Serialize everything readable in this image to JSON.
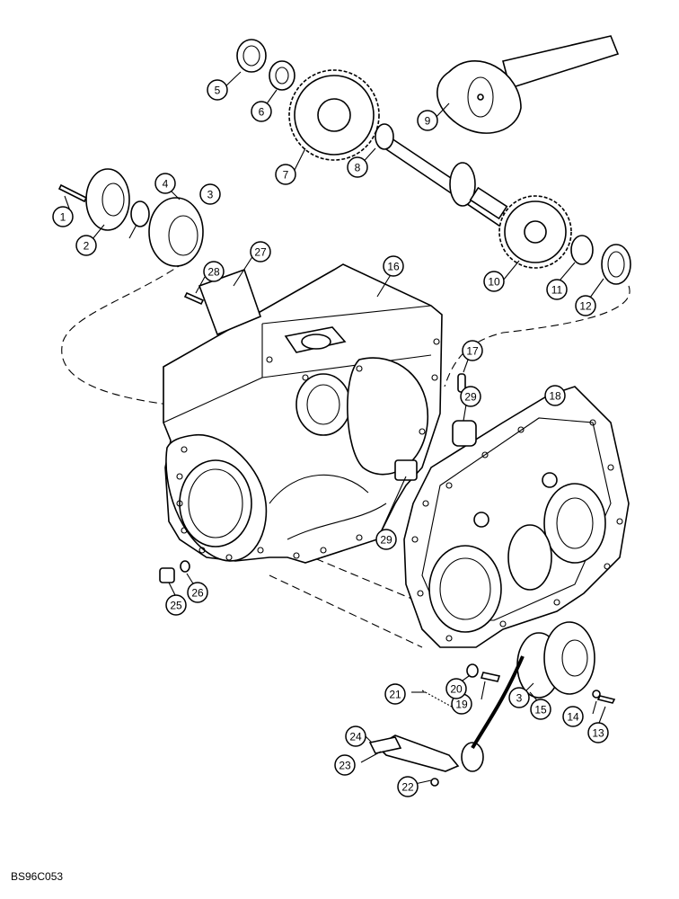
{
  "diagram": {
    "reference_code": "BS96C053",
    "callouts": [
      "1",
      "2",
      "3",
      "4",
      "5",
      "6",
      "7",
      "8",
      "9",
      "10",
      "11",
      "12",
      "13",
      "14",
      "15",
      "16",
      "17",
      "18",
      "19",
      "20",
      "21",
      "22",
      "23",
      "24",
      "25",
      "26",
      "27",
      "28",
      "29",
      "29",
      "3"
    ]
  }
}
